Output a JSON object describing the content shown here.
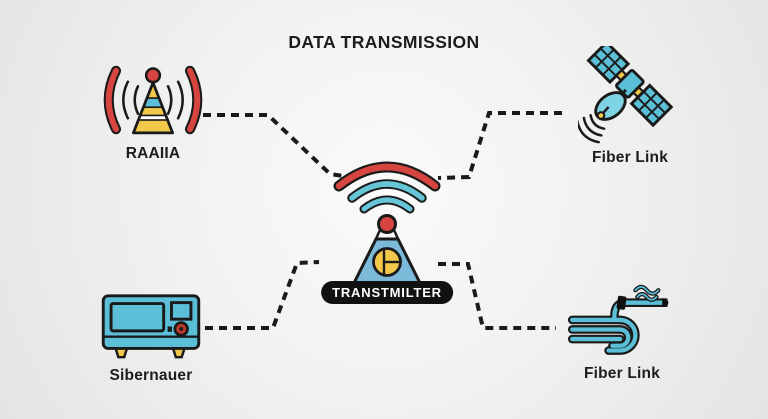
{
  "title": "DATA TRANSMISSION",
  "center": {
    "badge_label": "TRANSTMILTER",
    "icon": "transmitter-tower-icon"
  },
  "nodes": {
    "top_left": {
      "label": "RAAIIA",
      "icon": "radio-antenna-icon"
    },
    "top_right": {
      "label": "Fiber Link",
      "icon": "satellite-icon"
    },
    "bottom_left": {
      "label": "Sibernauer",
      "icon": "radio-receiver-icon"
    },
    "bottom_right": {
      "label": "Fiber Link",
      "icon": "fiber-cable-icon"
    }
  },
  "colors": {
    "red": "#d64540",
    "teal_blue": "#5bbfd8",
    "light_blue": "#7cbada",
    "dish_blue": "#7fd4e4",
    "yellow": "#f2c84b",
    "outline": "#1a1a1a",
    "base_gray": "#dcdcdc",
    "badge_bg": "#111111",
    "badge_text": "#ffffff",
    "background": "#efefef"
  }
}
